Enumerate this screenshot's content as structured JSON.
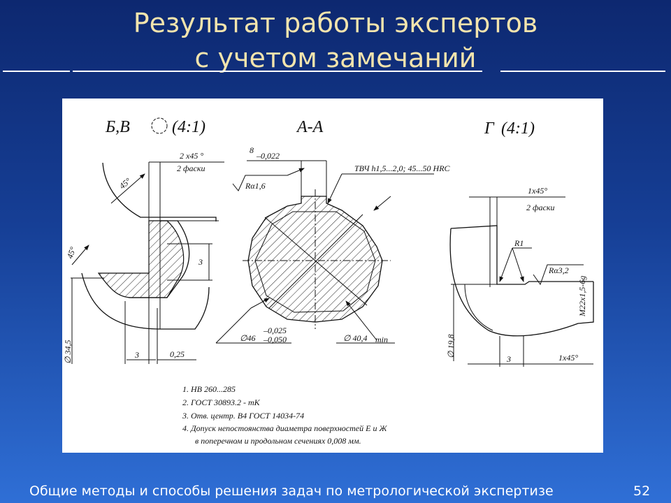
{
  "slide": {
    "title_line1": "Результат работы экспертов",
    "title_line2": "с учетом замечаний",
    "footer_text": "Общие методы и способы решения задач по метрологической экспертизе",
    "page_number": "52"
  },
  "colors": {
    "title": "#f3e4ad",
    "background_top": "#0d2870",
    "background_bottom": "#2f6fd6",
    "footer_text": "#ffffff"
  },
  "drawing": {
    "view_left": {
      "title": "Б,В",
      "scale": "(4:1)",
      "chamfer": "2 х45 °",
      "chamfer_note": "2 фаски",
      "angle_top": "45°",
      "angle_left": "45°",
      "dim_height": "3",
      "dim_diameter": "∅ 34,5",
      "dim_bottom_3": "3",
      "dim_bottom_025": "0,25"
    },
    "view_middle": {
      "title": "А-А",
      "dim_width": "8",
      "dim_width_tol": "–0,022",
      "roughness": "Rα1,6",
      "hardening_note": "ТВЧ h1,5...2,0; 45...50 HRC",
      "dim_outer": "∅46",
      "dim_outer_tol_upper": "–0,025",
      "dim_outer_tol_lower": "–0,050",
      "dim_inner": "∅ 40,4",
      "dim_inner_suffix": "min"
    },
    "view_right": {
      "title": "Г",
      "scale": "(4:1)",
      "chamfer": "1х45°",
      "chamfer_note": "2 фаски",
      "radius": "R1",
      "roughness": "Rα3,2",
      "dim_diameter": "∅ 19,8",
      "thread": "М22х1,5-6g",
      "dim_bottom_3": "3",
      "dim_bottom_chamfer": "1х45°"
    },
    "notes": [
      "1. НВ 260...285",
      "2. ГОСТ 30893.2 - mK",
      "3. Отв. центр. В4 ГОСТ 14034-74",
      "4. Допуск непостоянства диаметра поверхностей Е и Ж",
      "в поперечном и продольном сечениях 0,008 мм."
    ]
  }
}
